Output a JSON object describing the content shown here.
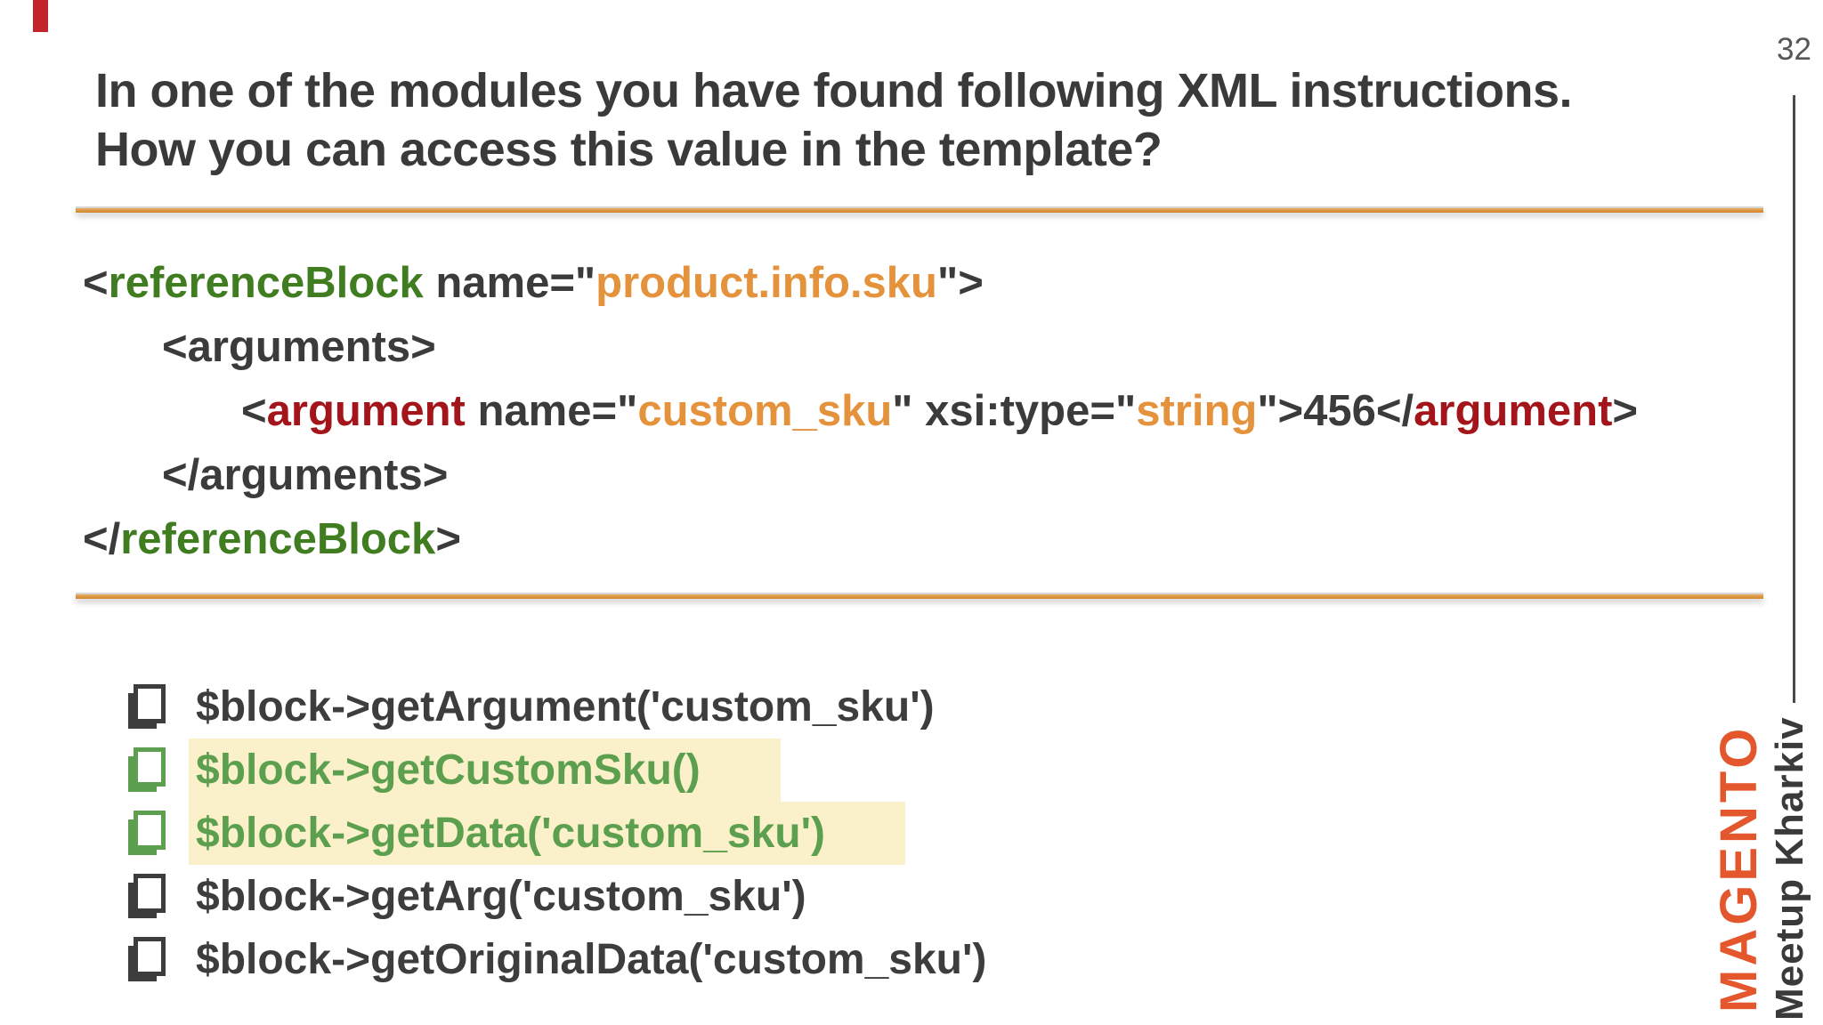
{
  "page_number": "32",
  "title": {
    "line1": "In one of the modules you have found following XML instructions.",
    "line2": "How you can access this value in the template?"
  },
  "xml_code": {
    "lines": [
      {
        "indent": 0,
        "tokens": [
          {
            "text": "<",
            "color": "dark"
          },
          {
            "text": "referenceBlock",
            "color": "green"
          },
          {
            "text": " name=\"",
            "color": "dark"
          },
          {
            "text": "product.info.sku",
            "color": "orange"
          },
          {
            "text": "\">",
            "color": "dark"
          }
        ]
      },
      {
        "indent": 1,
        "tokens": [
          {
            "text": "<arguments>",
            "color": "dark"
          }
        ]
      },
      {
        "indent": 2,
        "tokens": [
          {
            "text": "<",
            "color": "dark"
          },
          {
            "text": "argument",
            "color": "red"
          },
          {
            "text": " name=\"",
            "color": "dark"
          },
          {
            "text": "custom_sku",
            "color": "orange"
          },
          {
            "text": "\" xsi:type=\"",
            "color": "dark"
          },
          {
            "text": "string",
            "color": "orange"
          },
          {
            "text": "\">456</",
            "color": "dark"
          },
          {
            "text": "argument",
            "color": "red"
          },
          {
            "text": ">",
            "color": "dark"
          }
        ]
      },
      {
        "indent": 1,
        "tokens": [
          {
            "text": "</arguments>",
            "color": "dark"
          }
        ]
      },
      {
        "indent": 0,
        "tokens": [
          {
            "text": "</",
            "color": "dark"
          },
          {
            "text": "referenceBlock",
            "color": "green"
          },
          {
            "text": ">",
            "color": "dark"
          }
        ]
      }
    ]
  },
  "answers": {
    "items": [
      {
        "text": "$block->getArgument('custom_sku')",
        "correct": false
      },
      {
        "text": "$block->getCustomSku()",
        "correct": true
      },
      {
        "text": "$block->getData('custom_sku')",
        "correct": true
      },
      {
        "text": "$block->getArg('custom_sku')",
        "correct": false
      },
      {
        "text": "$block->getOriginalData('custom_sku')",
        "correct": false
      }
    ]
  },
  "branding": {
    "magento": "MAGENTO",
    "meetup": "Meetup Kharkiv"
  },
  "colors": {
    "dark": "#3b3b3b",
    "green": "#3f7d20",
    "orange": "#e5923c",
    "red": "#a3151a",
    "answer_dark": "#3d3d3d",
    "answer_green": "#5ca04f",
    "highlight": "#faf0c9",
    "magento_orange": "#e4562c",
    "red_bar": "#c3242b"
  }
}
